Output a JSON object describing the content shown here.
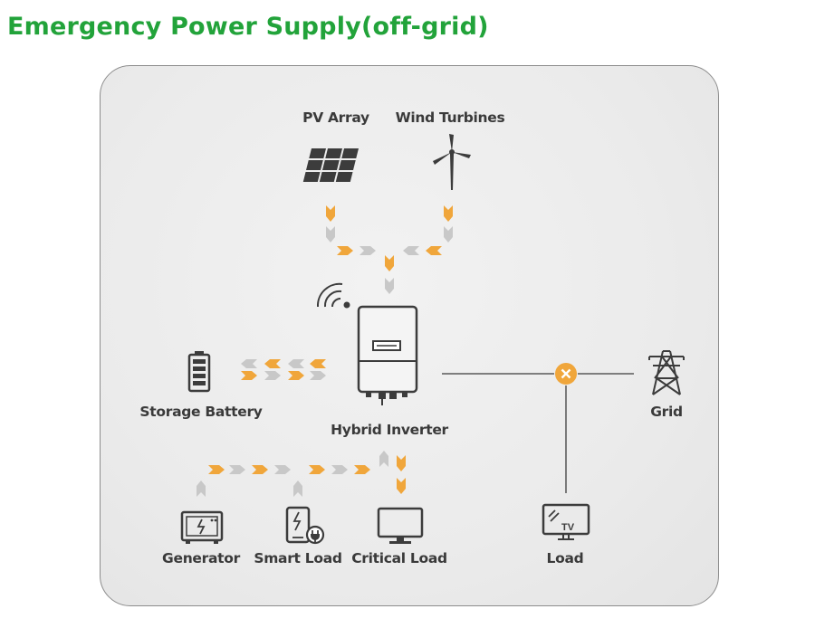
{
  "title": "Emergency Power Supply(off-grid)",
  "labels": {
    "pv_array": "PV Array",
    "wind_turbines": "Wind Turbines",
    "storage_battery": "Storage Battery",
    "hybrid_inverter": "Hybrid Inverter",
    "grid": "Grid",
    "generator": "Generator",
    "smart_load": "Smart Load",
    "critical_load": "Critical Load",
    "load": "Load"
  },
  "tv_text": "TV",
  "colors": {
    "title": "#22a33a",
    "arrow_orange": "#f0a63b",
    "arrow_gray": "#c8c8c8",
    "icon": "#3c3c3c",
    "switch": "#f0a63b",
    "line": "#6e6e6e"
  },
  "icons": [
    "pv-array-icon",
    "wind-turbine-icon",
    "wifi-icon",
    "hybrid-inverter-icon",
    "battery-icon",
    "grid-tower-icon",
    "switch-x-icon",
    "generator-icon",
    "smart-load-icon",
    "critical-load-monitor-icon",
    "tv-load-icon"
  ]
}
